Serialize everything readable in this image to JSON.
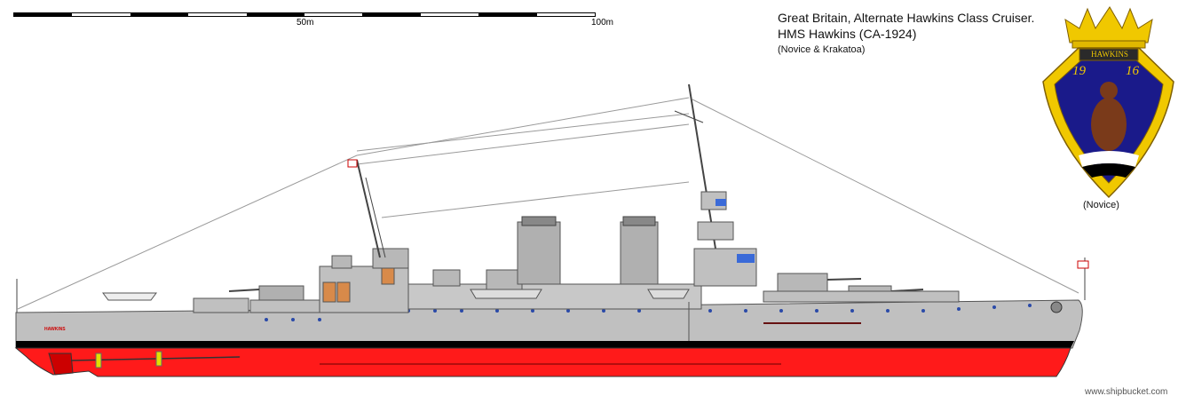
{
  "scale": {
    "label_mid": "50m",
    "label_end": "100m"
  },
  "title": {
    "line1": "Great Britain, Alternate Hawkins Class Cruiser.",
    "line2": "HMS Hawkins (CA-1924)",
    "line3": "(Novice & Krakatoa)"
  },
  "crest": {
    "name": "HAWKINS",
    "year_left": "19",
    "year_right": "16",
    "caption": "(Novice)"
  },
  "ship": {
    "bow_name": "HAWKINS"
  },
  "footer": {
    "credit": "www.shipbucket.com"
  },
  "colors": {
    "hull_grey": "#c0c0c0",
    "hull_red": "#ff1a1a",
    "crest_blue": "#1a1a8a",
    "crest_gold": "#f0c800"
  }
}
